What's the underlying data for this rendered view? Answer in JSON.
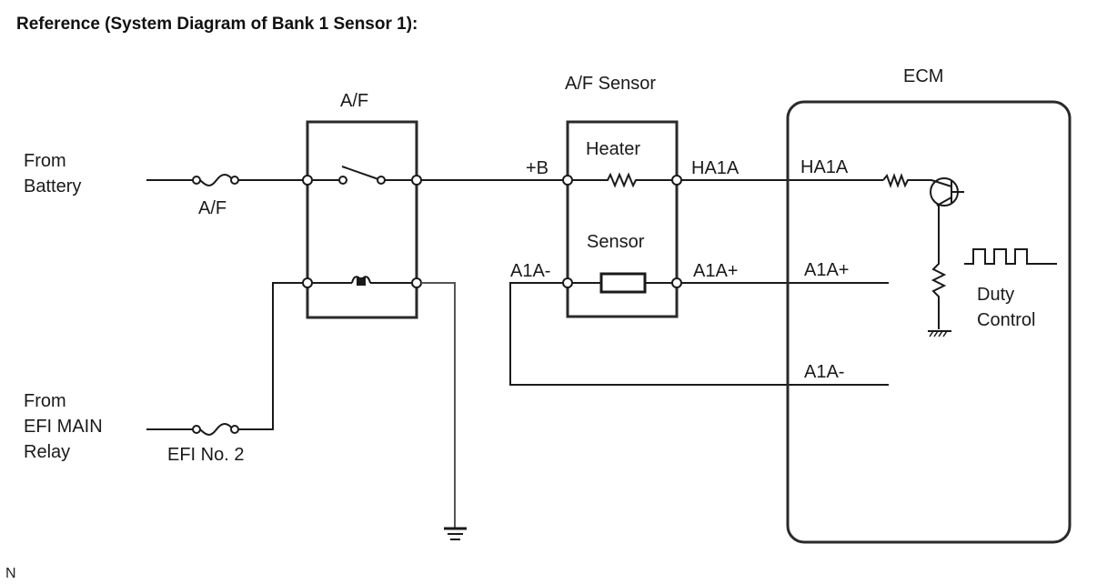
{
  "title": "Reference (System Diagram of Bank 1 Sensor 1):",
  "sources": {
    "battery": [
      "From",
      "Battery"
    ],
    "efi_main": [
      "From",
      "EFI MAIN",
      "Relay"
    ]
  },
  "fuses": {
    "af": "A/F",
    "efi_no2": "EFI No. 2"
  },
  "relay": {
    "label": "A/F"
  },
  "sensor": {
    "label": "A/F Sensor",
    "heater": "Heater",
    "sensor_element": "Sensor",
    "pins": {
      "plus_b": "+B",
      "ha1a": "HA1A",
      "a1a_minus": "A1A-",
      "a1a_plus": "A1A+"
    }
  },
  "ecm": {
    "label": "ECM",
    "pins": {
      "ha1a": "HA1A",
      "a1a_plus": "A1A+",
      "a1a_minus": "A1A-"
    },
    "duty_control": [
      "Duty",
      "Control"
    ]
  },
  "footer_mark": "N"
}
